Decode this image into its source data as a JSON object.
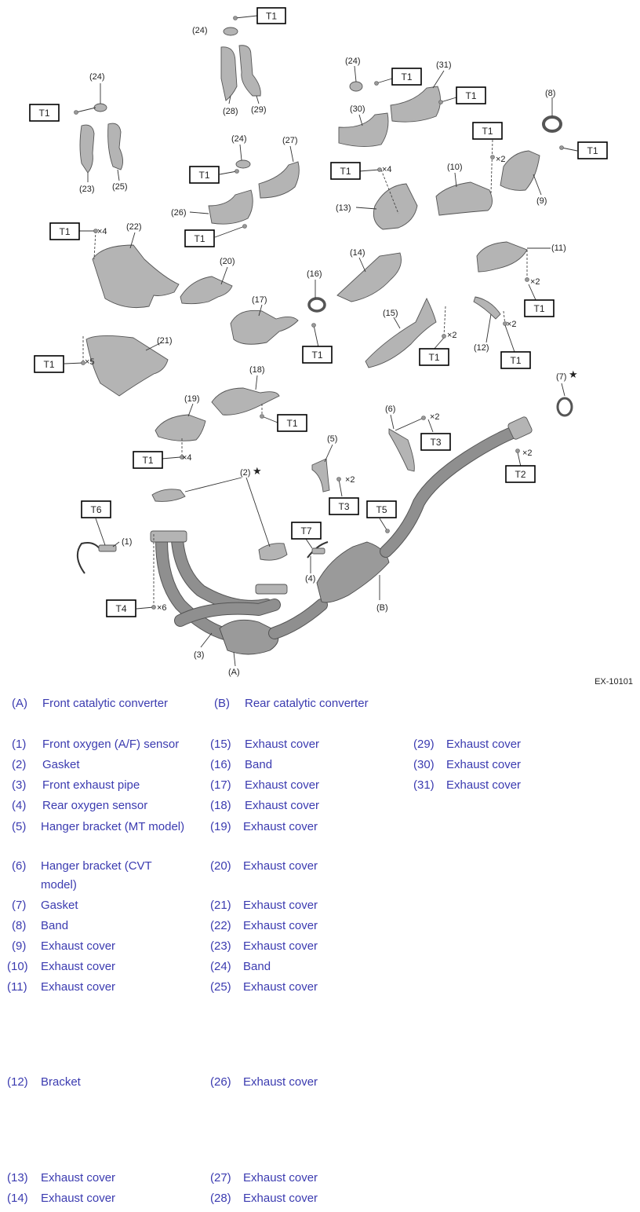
{
  "diagram": {
    "code": "EX-10101",
    "torque_boxes": [
      "T1",
      "T2",
      "T3",
      "T4",
      "T5",
      "T6",
      "T7"
    ],
    "multipliers": [
      "×2",
      "×4",
      "×5",
      "×6"
    ],
    "callouts": [
      "(1)",
      "(2)",
      "(3)",
      "(4)",
      "(5)",
      "(6)",
      "(7)",
      "(8)",
      "(9)",
      "(10)",
      "(11)",
      "(12)",
      "(13)",
      "(14)",
      "(15)",
      "(16)",
      "(17)",
      "(18)",
      "(19)",
      "(20)",
      "(21)",
      "(22)",
      "(23)",
      "(24)",
      "(25)",
      "(26)",
      "(27)",
      "(28)",
      "(29)",
      "(30)",
      "(31)",
      "(A)",
      "(B)"
    ],
    "star_symbol": "★"
  },
  "legend": {
    "assemblies": [
      {
        "num": "(A)",
        "label": "Front catalytic converter"
      },
      {
        "num": "(B)",
        "label": "Rear catalytic converter"
      }
    ],
    "col1": [
      {
        "num": "(1)",
        "label": "Front oxygen (A/F) sensor"
      },
      {
        "num": "(2)",
        "label": "Gasket"
      },
      {
        "num": "(3)",
        "label": "Front exhaust pipe"
      },
      {
        "num": "(4)",
        "label": "Rear oxygen sensor"
      },
      {
        "num": "(5)",
        "label": "Hanger bracket (MT model)"
      },
      {
        "num": "(6)",
        "label": "Hanger bracket (CVT",
        "label2": "model)"
      },
      {
        "num": "(7)",
        "label": "Gasket"
      },
      {
        "num": "(8)",
        "label": "Band"
      },
      {
        "num": "(9)",
        "label": "Exhaust cover"
      },
      {
        "num": "(10)",
        "label": "Exhaust cover"
      },
      {
        "num": "(11)",
        "label": "Exhaust cover"
      },
      {
        "num": "(12)",
        "label": "Bracket"
      },
      {
        "num": "(13)",
        "label": "Exhaust cover"
      },
      {
        "num": "(14)",
        "label": "Exhaust cover"
      }
    ],
    "col2": [
      {
        "num": "(15)",
        "label": "Exhaust cover"
      },
      {
        "num": "(16)",
        "label": "Band"
      },
      {
        "num": "(17)",
        "label": "Exhaust cover"
      },
      {
        "num": "(18)",
        "label": "Exhaust cover"
      },
      {
        "num": "(19)",
        "label": "Exhaust cover"
      },
      {
        "num": "(20)",
        "label": "Exhaust cover"
      },
      {
        "num": "(21)",
        "label": "Exhaust cover"
      },
      {
        "num": "(22)",
        "label": "Exhaust cover"
      },
      {
        "num": "(23)",
        "label": "Exhaust cover"
      },
      {
        "num": "(24)",
        "label": "Band"
      },
      {
        "num": "(25)",
        "label": "Exhaust cover"
      },
      {
        "num": "(26)",
        "label": "Exhaust cover"
      },
      {
        "num": "(27)",
        "label": "Exhaust cover"
      },
      {
        "num": "(28)",
        "label": "Exhaust cover"
      }
    ],
    "col3": [
      {
        "num": "(29)",
        "label": "Exhaust cover"
      },
      {
        "num": "(30)",
        "label": "Exhaust cover"
      },
      {
        "num": "(31)",
        "label": "Exhaust cover"
      }
    ]
  },
  "colors": {
    "legend_text": "#3b3bb0",
    "part_fill": "#b4b4b4"
  }
}
